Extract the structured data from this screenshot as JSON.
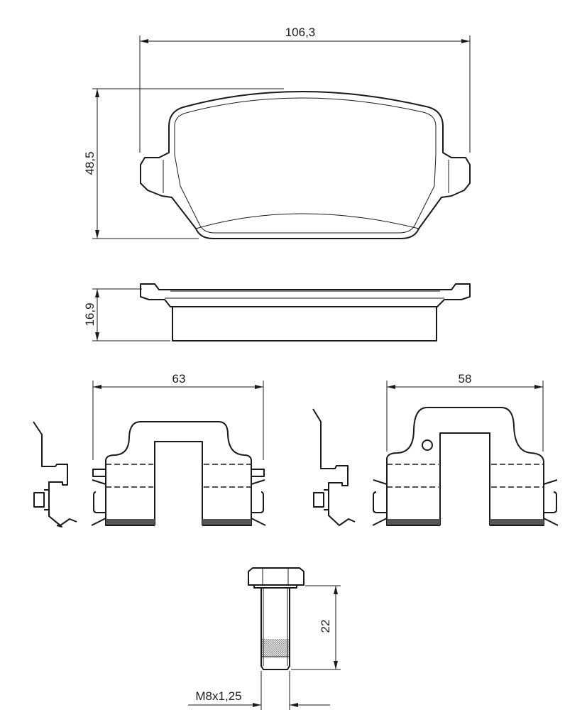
{
  "drawing": {
    "pad_width": "106,3",
    "pad_height": "48,5",
    "pad_thickness": "16,9",
    "clip_left_width": "63",
    "clip_right_width": "58",
    "bolt_length": "22",
    "bolt_thread": "M8x1,25"
  },
  "colors": {
    "line": "#1a1a1a",
    "background": "#ffffff"
  }
}
